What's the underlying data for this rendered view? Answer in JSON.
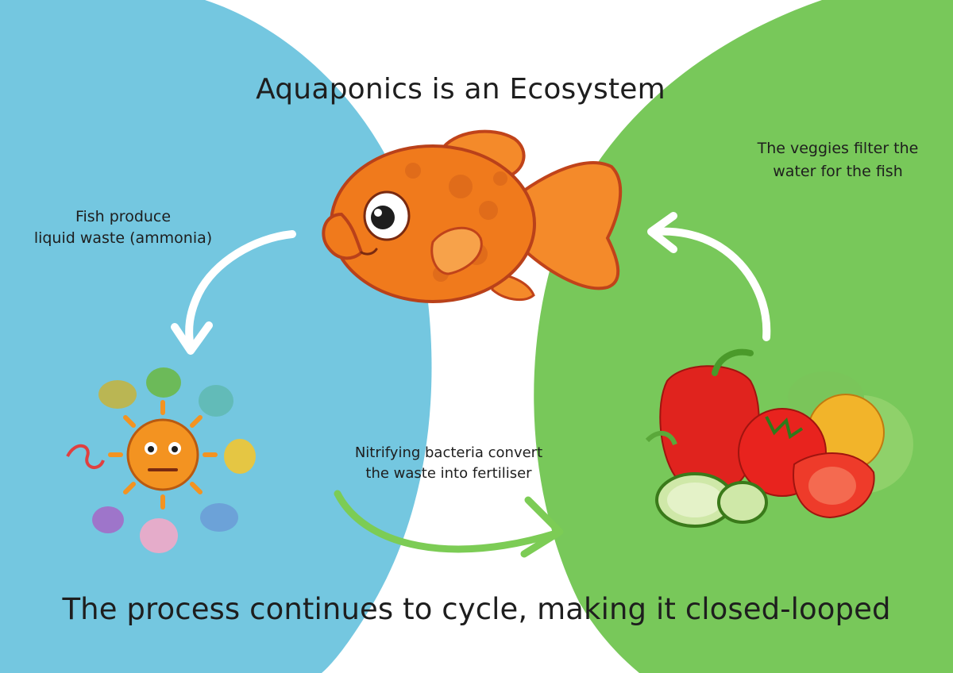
{
  "diagram": {
    "title": "Aquaponics is an Ecosystem",
    "fish_note": {
      "line1": "Fish produce",
      "line2": "liquid waste (ammonia)"
    },
    "veggie_note": {
      "line1": "The veggies filter the",
      "line2": "water for the fish"
    },
    "bacteria_note": {
      "line1": "Nitrifying bacteria convert",
      "line2": "the waste into fertiliser"
    },
    "footer": "The process continues to cycle, making it closed-looped"
  },
  "colors": {
    "blue_region": "#74c7e0",
    "green_region": "#78c85a",
    "fish_orange": "#f07a1c",
    "arrow_white": "#ffffff",
    "arrow_green": "#7ccc55"
  },
  "illustrations": {
    "fish": "goldfish-icon",
    "bacteria": "bacteria-cluster-icon",
    "vegetables": "vegetables-icon"
  }
}
